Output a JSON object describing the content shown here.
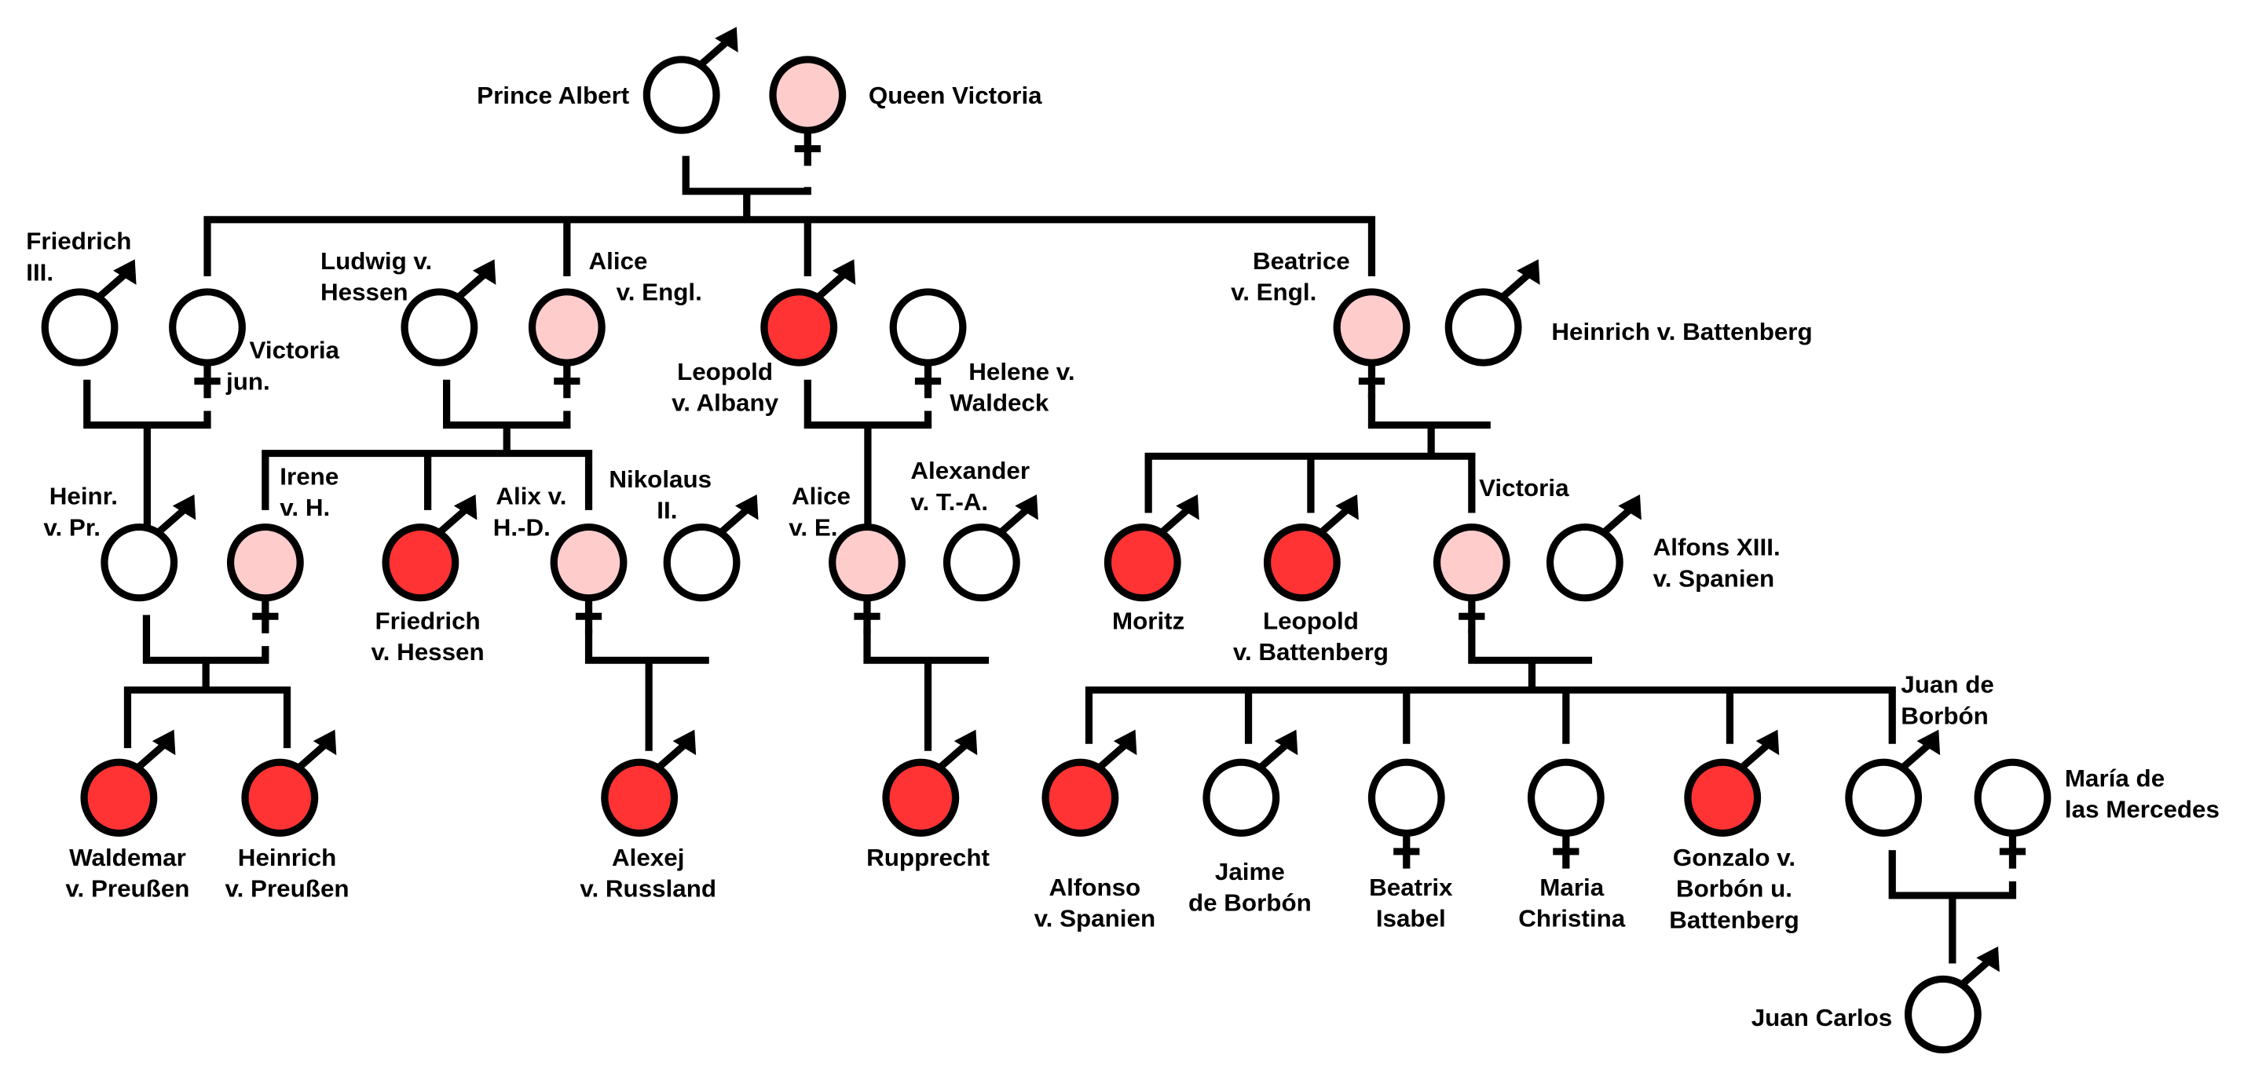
{
  "colors": {
    "affected": "#ff3333",
    "carrier": "#ffcccc",
    "unaffected": "#ffffff",
    "line": "#000000"
  },
  "people": [
    {
      "id": "albert",
      "sex": "male",
      "status": "unaffected",
      "label": [
        "Prince Albert"
      ]
    },
    {
      "id": "victoria",
      "sex": "female",
      "status": "carrier",
      "label": [
        "Queen Victoria"
      ]
    },
    {
      "id": "friedrich3",
      "sex": "male",
      "status": "unaffected",
      "label": [
        "Friedrich",
        "III."
      ]
    },
    {
      "id": "victoriajun",
      "sex": "female",
      "status": "unaffected",
      "label": [
        "Victoria",
        "jun."
      ]
    },
    {
      "id": "ludwig",
      "sex": "male",
      "status": "unaffected",
      "label": [
        "Ludwig v.",
        "Hessen"
      ]
    },
    {
      "id": "alice",
      "sex": "female",
      "status": "carrier",
      "label": [
        "Alice",
        "v. Engl."
      ]
    },
    {
      "id": "leopold",
      "sex": "male",
      "status": "affected",
      "label": [
        "Leopold",
        "v. Albany"
      ]
    },
    {
      "id": "helene",
      "sex": "female",
      "status": "unaffected",
      "label": [
        "Helene v.",
        "Waldeck"
      ]
    },
    {
      "id": "beatrice",
      "sex": "female",
      "status": "carrier",
      "label": [
        "Beatrice",
        "v. Engl."
      ]
    },
    {
      "id": "heinrichbatt",
      "sex": "male",
      "status": "unaffected",
      "label": [
        "Heinrich v. Battenberg"
      ]
    },
    {
      "id": "heinrpr",
      "sex": "male",
      "status": "unaffected",
      "label": [
        "Heinr.",
        "v. Pr."
      ]
    },
    {
      "id": "irene",
      "sex": "female",
      "status": "carrier",
      "label": [
        "Irene",
        "v. H."
      ]
    },
    {
      "id": "friedrichh",
      "sex": "male",
      "status": "affected",
      "label": [
        "Friedrich",
        "v. Hessen"
      ]
    },
    {
      "id": "alix",
      "sex": "female",
      "status": "carrier",
      "label": [
        "Alix v.",
        "H.-D."
      ]
    },
    {
      "id": "nikolaus",
      "sex": "male",
      "status": "unaffected",
      "label": [
        "Nikolaus",
        "II."
      ]
    },
    {
      "id": "alicee",
      "sex": "female",
      "status": "carrier",
      "label": [
        "Alice",
        "v. E."
      ]
    },
    {
      "id": "alexander",
      "sex": "male",
      "status": "unaffected",
      "label": [
        "Alexander",
        "v. T.-A."
      ]
    },
    {
      "id": "moritz",
      "sex": "male",
      "status": "affected",
      "label": [
        "Moritz"
      ]
    },
    {
      "id": "leopoldbatt",
      "sex": "male",
      "status": "affected",
      "label": [
        "Leopold",
        "v. Battenberg"
      ]
    },
    {
      "id": "victoria2",
      "sex": "female",
      "status": "carrier",
      "label": [
        "Victoria"
      ]
    },
    {
      "id": "alfons13",
      "sex": "male",
      "status": "unaffected",
      "label": [
        "Alfons XIII.",
        "v. Spanien"
      ]
    },
    {
      "id": "waldemar",
      "sex": "male",
      "status": "affected",
      "label": [
        "Waldemar",
        "v. Preußen"
      ]
    },
    {
      "id": "heinrichpr",
      "sex": "male",
      "status": "affected",
      "label": [
        "Heinrich",
        "v. Preußen"
      ]
    },
    {
      "id": "alexej",
      "sex": "male",
      "status": "affected",
      "label": [
        "Alexej",
        "v. Russland"
      ]
    },
    {
      "id": "rupprecht",
      "sex": "male",
      "status": "affected",
      "label": [
        "Rupprecht"
      ]
    },
    {
      "id": "alfonso",
      "sex": "male",
      "status": "affected",
      "label": [
        "Alfonso",
        "v. Spanien"
      ]
    },
    {
      "id": "jaime",
      "sex": "male",
      "status": "unaffected",
      "label": [
        "Jaime",
        "de Borbón"
      ]
    },
    {
      "id": "beatrix",
      "sex": "female",
      "status": "unaffected",
      "label": [
        "Beatrix",
        "Isabel"
      ]
    },
    {
      "id": "mariachristina",
      "sex": "female",
      "status": "unaffected",
      "label": [
        "Maria",
        "Christina"
      ]
    },
    {
      "id": "gonzalo",
      "sex": "male",
      "status": "affected",
      "label": [
        "Gonzalo v.",
        "Borbón u.",
        "Battenberg"
      ]
    },
    {
      "id": "juan",
      "sex": "male",
      "status": "unaffected",
      "label": [
        "Juan de",
        "Borbón"
      ]
    },
    {
      "id": "mariamercedes",
      "sex": "female",
      "status": "unaffected",
      "label": [
        "María de",
        "las Mercedes"
      ]
    },
    {
      "id": "juancarlos",
      "sex": "male",
      "status": "unaffected",
      "label": [
        "Juan Carlos"
      ]
    }
  ]
}
